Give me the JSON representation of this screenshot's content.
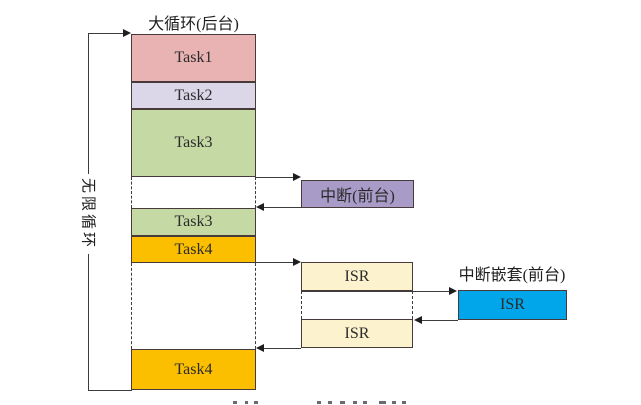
{
  "labels": {
    "title": "大循环(后台)",
    "infinite_loop": "无限循环",
    "nested_interrupt_title": "中断嵌套(前台)"
  },
  "boxes": {
    "task1": {
      "label": "Task1",
      "color": "#E9B3B4"
    },
    "task2": {
      "label": "Task2",
      "color": "#DCD6E9"
    },
    "task3_first": {
      "label": "Task3",
      "color": "#C5D9A5"
    },
    "task3_second": {
      "label": "Task3",
      "color": "#C5D9A5"
    },
    "task4_first": {
      "label": "Task4",
      "color": "#FBBF00"
    },
    "task4_second": {
      "label": "Task4",
      "color": "#FBBF00"
    },
    "interrupt": {
      "label": "中断(前台)",
      "color": "#A89BC8"
    },
    "isr_first": {
      "label": "ISR",
      "color": "#FCF2CE"
    },
    "isr_second": {
      "label": "ISR",
      "color": "#FCF2CE"
    },
    "isr_nested": {
      "label": "ISR",
      "color": "#00A6E9"
    }
  }
}
